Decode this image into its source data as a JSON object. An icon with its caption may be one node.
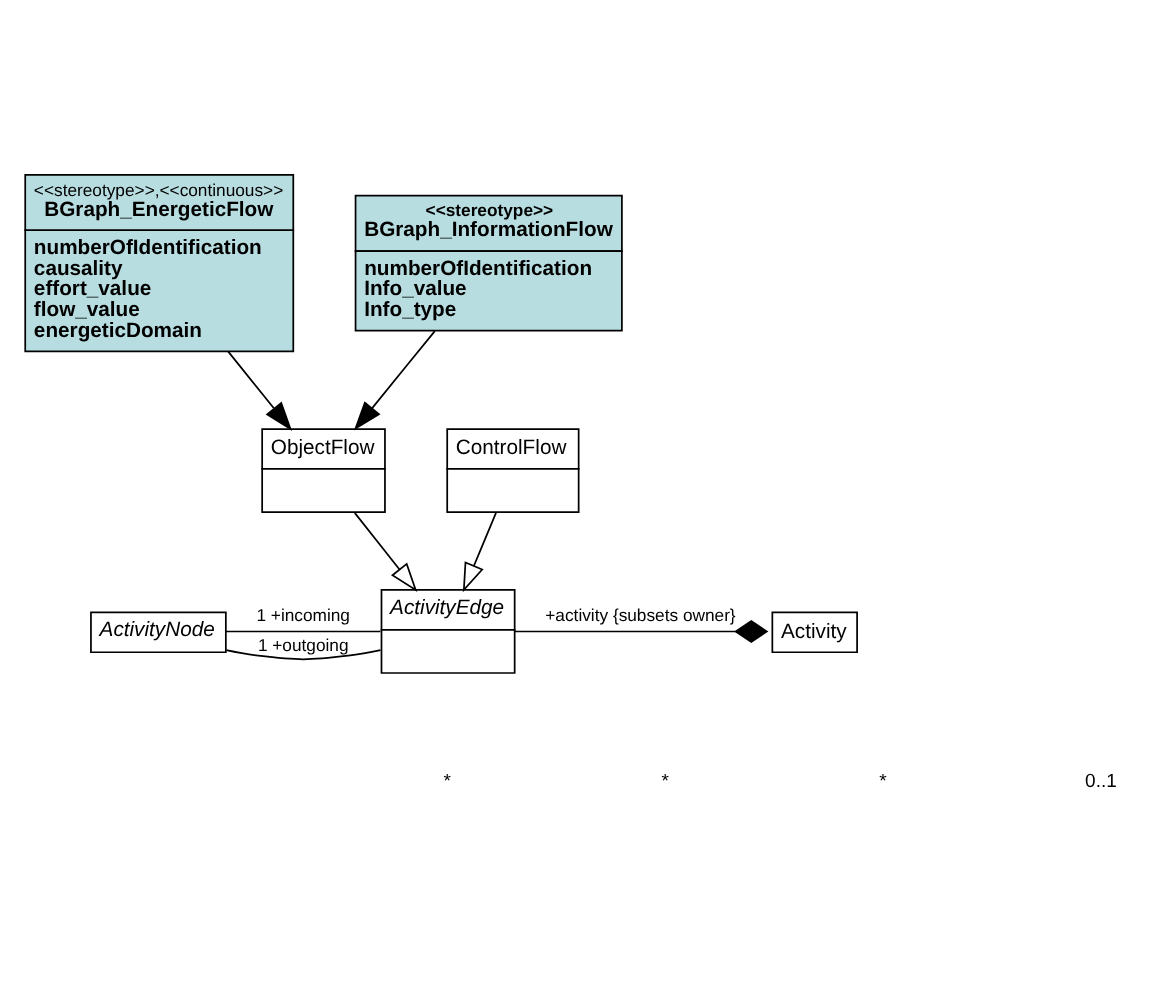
{
  "diagram": {
    "nodes": [
      {
        "text": [
          "ActivityNode"
        ]
      },
      {
        "text": [
          "ActivityEdge"
        ]
      },
      {
        "text": [
          "Activity"
        ]
      },
      {
        "text": [
          "ObjectFlow"
        ]
      },
      {
        "text": [
          "ControlFlow"
        ]
      },
      {
        "text": [
          "<<stereotype>>,<<continuous>>",
          "BGraph_EnergeticFlow",
          "numberOfIdentification",
          "causality",
          "effort_value",
          "flow_value",
          "energeticDomain"
        ]
      },
      {
        "text": [
          "<<stereotype>>",
          "BGraph_InformationFlow",
          "numberOfIdentification",
          "Info_value",
          "Info_type"
        ]
      }
    ],
    "edges": [
      {
        "from": 0,
        "to": 1,
        "arrow": "none",
        "label": "1 +incoming"
      },
      {
        "from": 0,
        "to": 1,
        "arrow": "none",
        "label": "1 +outgoing"
      },
      {
        "from": 1,
        "to": 2,
        "arrow": "other",
        "label": "+activity {subsets owner}"
      },
      {
        "from": 3,
        "to": 1,
        "arrow": "to"
      },
      {
        "from": 4,
        "to": 1,
        "arrow": "to"
      },
      {
        "from": 5,
        "to": 3,
        "arrow": "to"
      },
      {
        "from": 6,
        "to": 3,
        "arrow": "to"
      }
    ],
    "labels": [
      "*",
      "*",
      "*",
      "0..1"
    ]
  }
}
